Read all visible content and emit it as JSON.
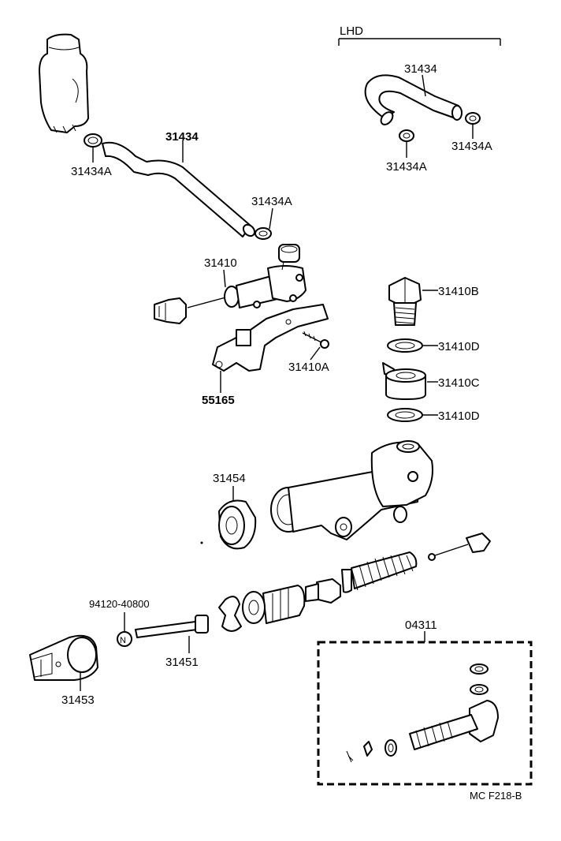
{
  "diagram": {
    "lhd_label": "LHD",
    "footer_code": "MC  F218-B",
    "parts": {
      "p31434_main": "31434",
      "p31434a_tank": "31434A",
      "p31434a_main": "31434A",
      "p31434_lhd": "31434",
      "p31434a_lhd_right": "31434A",
      "p31434a_lhd_left": "31434A",
      "p31410": "31410",
      "p31410b": "31410B",
      "p31410d_top": "31410D",
      "p31410c": "31410C",
      "p31410d_bottom": "31410D",
      "p31410a": "31410A",
      "p55165": "55165",
      "p31454": "31454",
      "p94120": "94120-40800",
      "p31451": "31451",
      "p31453": "31453",
      "p04311": "04311",
      "nut_letter": "N"
    }
  }
}
